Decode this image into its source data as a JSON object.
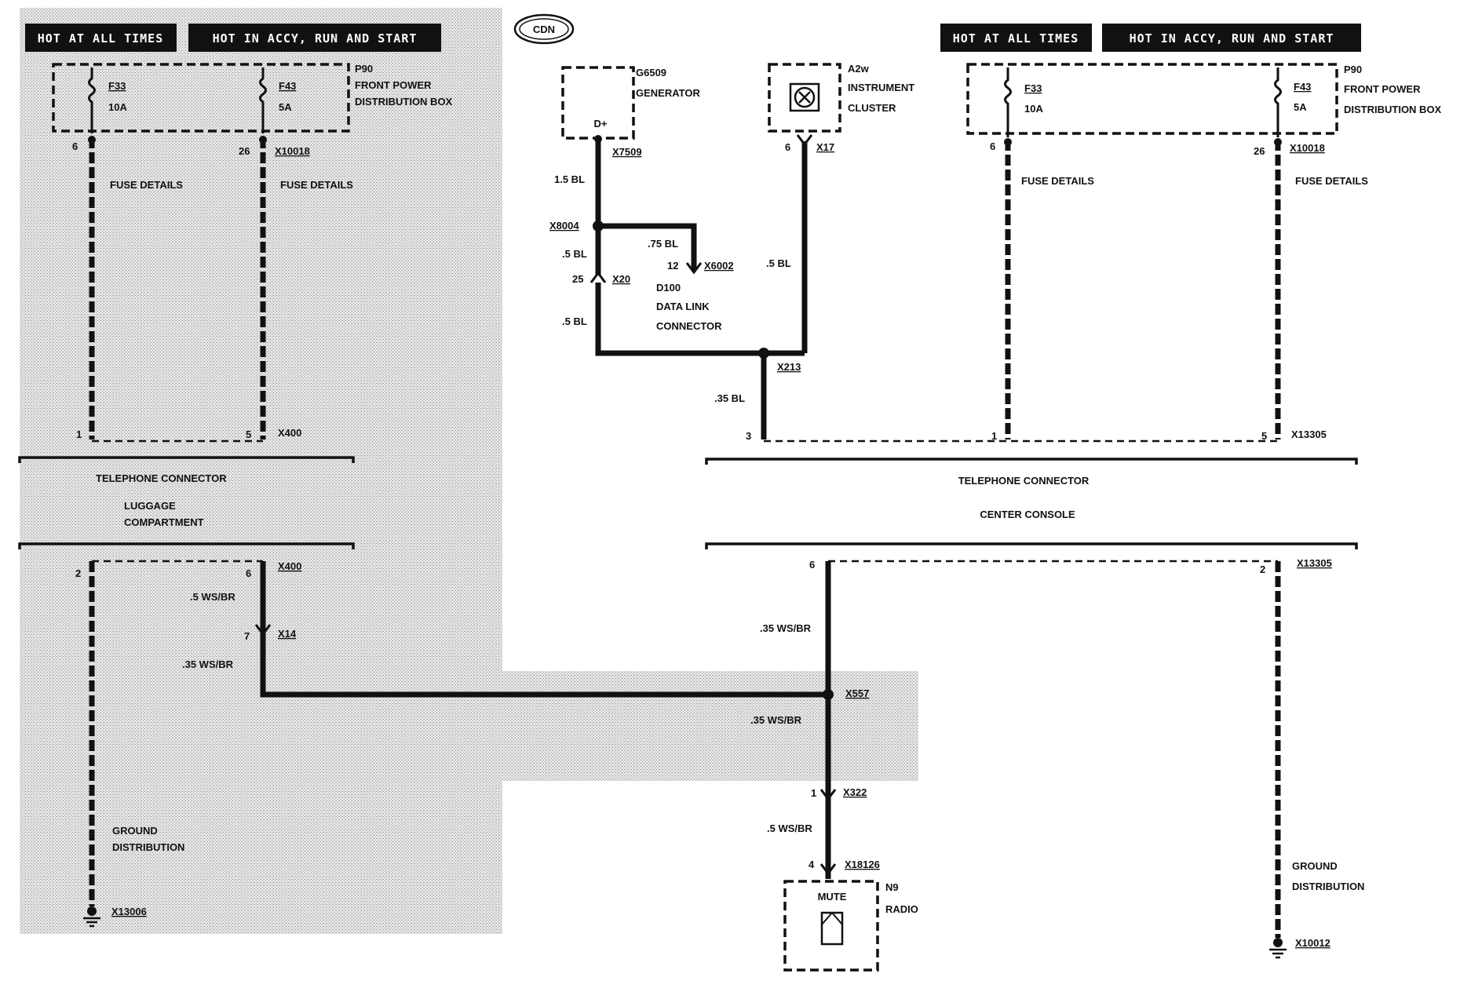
{
  "badge": "CDN",
  "left": {
    "header_hot": "HOT AT ALL TIMES",
    "header_accy": "HOT IN ACCY, RUN AND START",
    "fuse1": {
      "name": "F33",
      "rating": "10A",
      "pin_top": "6",
      "pin_bottom": "1",
      "details": "FUSE DETAILS"
    },
    "fuse2": {
      "name": "F43",
      "rating": "5A",
      "pin_top": "26",
      "pin_bottom": "5",
      "details": "FUSE DETAILS"
    },
    "box_id": "P90",
    "box_line1": "FRONT POWER",
    "box_line2": "DISTRIBUTION BOX",
    "conn_top": "X10018",
    "conn_tel": "X400",
    "telephone_connector": "TELEPHONE CONNECTOR",
    "luggage_line1": "LUGGAGE",
    "luggage_line2": "COMPARTMENT",
    "lower": {
      "pin_a": "2",
      "pin_b": "6",
      "conn": "X400",
      "wire1": ".5 WS/BR",
      "x14_pin": "7",
      "x14": "X14",
      "wire2": ".35 WS/BR",
      "ground_line1": "GROUND",
      "ground_line2": "DISTRIBUTION",
      "ground_id": "X13006"
    }
  },
  "middle": {
    "generator": {
      "id": "G6509",
      "name": "GENERATOR",
      "pin": "D+",
      "conn": "X7509",
      "wire": "1.5 BL"
    },
    "splice1": "X8004",
    "wire_a": ".5 BL",
    "x20_pin": "25",
    "x20": "X20",
    "wire_b": ".5 BL",
    "dlc": {
      "wire": ".75 BL",
      "pin": "12",
      "conn": "X6002",
      "id": "D100",
      "line1": "DATA LINK",
      "line2": "CONNECTOR"
    },
    "cluster": {
      "id": "A2w",
      "line1": "INSTRUMENT",
      "line2": "CLUSTER",
      "pin": "6",
      "conn": "X17",
      "wire": ".5 BL"
    },
    "splice2": "X213",
    "wire_c": ".35 BL",
    "tel_pin": "3"
  },
  "right": {
    "header_hot": "HOT AT ALL TIMES",
    "header_accy": "HOT IN ACCY, RUN AND START",
    "fuse1": {
      "name": "F33",
      "rating": "10A",
      "pin_top": "6",
      "pin_bottom": "1",
      "details": "FUSE DETAILS"
    },
    "fuse2": {
      "name": "F43",
      "rating": "5A",
      "pin_top": "26",
      "pin_bottom": "5",
      "details": "FUSE DETAILS"
    },
    "box_id": "P90",
    "box_line1": "FRONT POWER",
    "box_line2": "DISTRIBUTION BOX",
    "conn_top": "X10018",
    "conn_tel": "X13305",
    "telephone_connector": "TELEPHONE CONNECTOR",
    "center_console": "CENTER CONSOLE",
    "lower": {
      "pin_a": "6",
      "pin_b": "2",
      "conn": "X13305",
      "wire1": ".35 WS/BR",
      "splice": "X557",
      "wire2": ".35 WS/BR",
      "x322_pin": "1",
      "x322": "X322",
      "wire3": ".5 WS/BR",
      "x18126_pin": "4",
      "x18126": "X18126",
      "radio_label": "MUTE",
      "radio_id": "N9",
      "radio_name": "RADIO",
      "ground_line1": "GROUND",
      "ground_line2": "DISTRIBUTION",
      "ground_id": "X10012"
    }
  }
}
